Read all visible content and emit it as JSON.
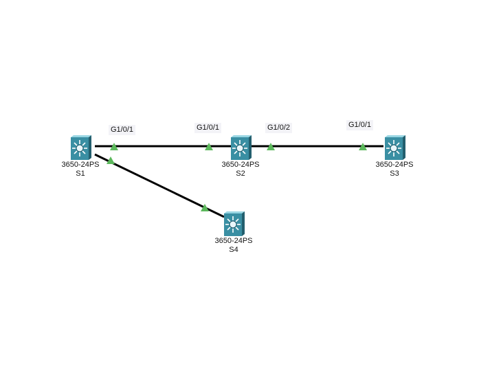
{
  "devices": [
    {
      "id": "S1",
      "model": "3650-24PS",
      "hostname": "S1"
    },
    {
      "id": "S2",
      "model": "3650-24PS",
      "hostname": "S2"
    },
    {
      "id": "S3",
      "model": "3650-24PS",
      "hostname": "S3"
    },
    {
      "id": "S4",
      "model": "3650-24PS",
      "hostname": "S4"
    }
  ],
  "links": [
    {
      "from": "S1",
      "to": "S2",
      "status": "up"
    },
    {
      "from": "S2",
      "to": "S3",
      "status": "up"
    },
    {
      "from": "S1",
      "to": "S4",
      "status": "up"
    }
  ],
  "port_labels": {
    "s1_g1_0_1": "G1/0/1",
    "s2_g1_0_1": "G1/0/1",
    "s2_g1_0_2": "G1/0/2",
    "s3_g1_0_1": "G1/0/1"
  },
  "colors": {
    "link": "#000000",
    "link_up_indicator": "#5cb85c",
    "switch_body": "#3a8fa3",
    "switch_top": "#8fd0de"
  },
  "icons": {
    "device": "multilayer-switch-icon",
    "link_state": "link-up-triangle-icon"
  }
}
